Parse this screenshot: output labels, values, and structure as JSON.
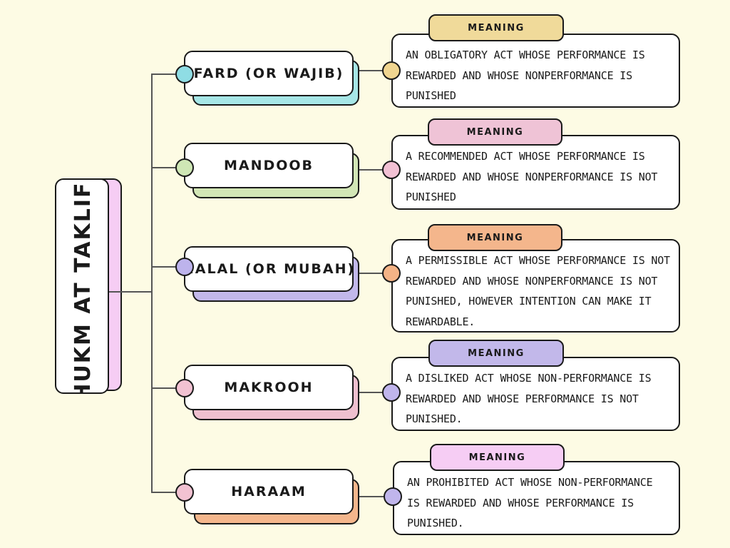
{
  "root": {
    "title": "HUKM AT TAKLIFI",
    "color": "#f6cdf4"
  },
  "tab_label": "MEANING",
  "items": [
    {
      "label": "FARD (OR WAJIB)",
      "meaning": "AN OBLIGATORY ACT WHOSE PERFORMANCE IS REWARDED AND WHOSE NONPERFORMANCE IS PUNISHED",
      "label_color": "#a6e6e6",
      "left_dot_color": "#8fdde4",
      "meaning_color": "#f0da9a",
      "right_dot_color": "#f0d590"
    },
    {
      "label": "MANDOOB",
      "meaning": "A RECOMMENDED ACT WHOSE PERFORMANCE IS REWARDED AND WHOSE NONPERFORMANCE IS NOT PUNISHED",
      "label_color": "#d2e6b6",
      "left_dot_color": "#cfe7b5",
      "meaning_color": "#efc3d6",
      "right_dot_color": "#f2c1d4"
    },
    {
      "label": "HALAL (OR MUBAH)",
      "meaning": "A PERMISSIBLE ACT WHOSE PERFORMANCE IS NOT REWARDED AND WHOSE NONPERFORMANCE IS NOT PUNISHED, HOWEVER INTENTION CAN MAKE IT REWARDABLE.",
      "label_color": "#c2b8ea",
      "left_dot_color": "#bdb3ec",
      "meaning_color": "#f4b68c",
      "right_dot_color": "#f4b386"
    },
    {
      "label": "MAKROOH",
      "meaning": "A DISLIKED ACT WHOSE NON-PERFORMANCE IS REWARDED AND WHOSE PERFORMANCE IS NOT PUNISHED.",
      "label_color": "#efc0cf",
      "left_dot_color": "#f2c2d2",
      "meaning_color": "#c2b8ea",
      "right_dot_color": "#c0b5ec"
    },
    {
      "label": "HARAAM",
      "meaning": "AN PROHIBITED ACT WHOSE NON-PERFORMANCE IS REWARDED AND WHOSE PERFORMANCE IS PUNISHED.",
      "label_color": "#f4b68c",
      "left_dot_color": "#f2c2d2",
      "meaning_color": "#f6cdf4",
      "right_dot_color": "#c0b5ec"
    }
  ]
}
